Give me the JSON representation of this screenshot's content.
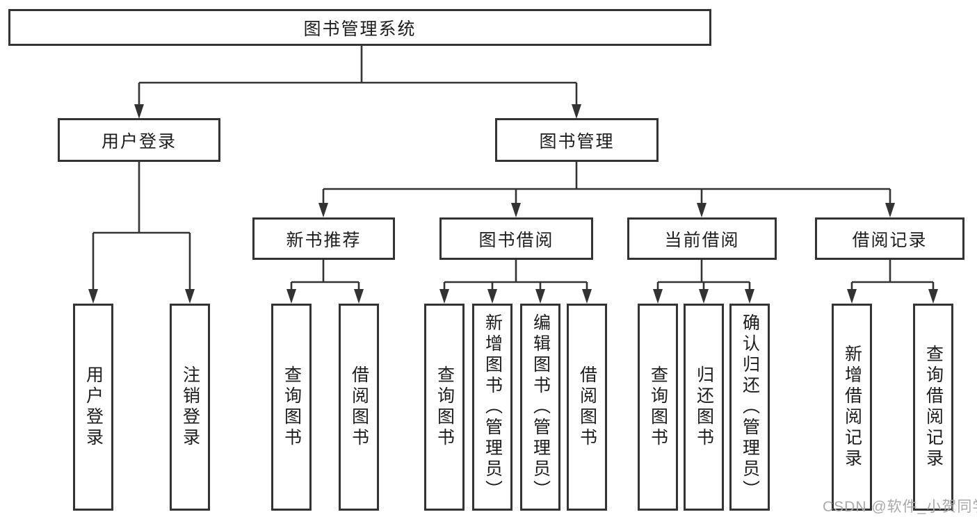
{
  "diagram": {
    "root": {
      "label": "图书管理系统"
    },
    "children": [
      {
        "label": "用户登录",
        "children": [
          {
            "label": "用户登录"
          },
          {
            "label": "注销登录"
          }
        ]
      },
      {
        "label": "图书管理",
        "children": [
          {
            "label": "新书推荐",
            "children": [
              {
                "label": "查询图书"
              },
              {
                "label": "借阅图书"
              }
            ]
          },
          {
            "label": "图书借阅",
            "children": [
              {
                "label": "查询图书"
              },
              {
                "label": "新增图书（管理员）"
              },
              {
                "label": "编辑图书（管理员）"
              },
              {
                "label": "借阅图书"
              }
            ]
          },
          {
            "label": "当前借阅",
            "children": [
              {
                "label": "查询图书"
              },
              {
                "label": "归还图书"
              },
              {
                "label": "确认归还（管理员）"
              }
            ]
          },
          {
            "label": "借阅记录",
            "children": [
              {
                "label": "新增借阅记录"
              },
              {
                "label": "查询借阅记录"
              }
            ]
          }
        ]
      }
    ]
  },
  "watermark": {
    "text": "CSDN @软件_小贺同学"
  },
  "colors": {
    "line": "#333333",
    "text": "#1c1c1c",
    "background": "#ffffff",
    "watermark": "#a9a9a9"
  }
}
